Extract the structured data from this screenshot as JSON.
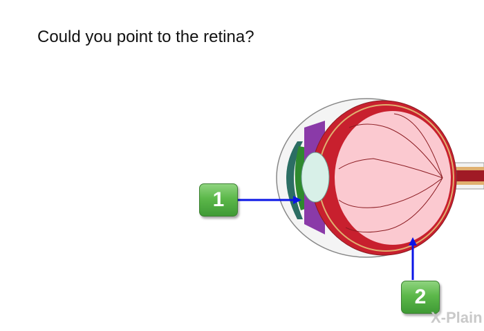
{
  "question": "Could you point to the retina?",
  "answers": [
    {
      "label": "1"
    },
    {
      "label": "2"
    }
  ],
  "logo": "X-Plain",
  "colors": {
    "arrow": "#0a14e6",
    "button": "#5cb84a"
  }
}
